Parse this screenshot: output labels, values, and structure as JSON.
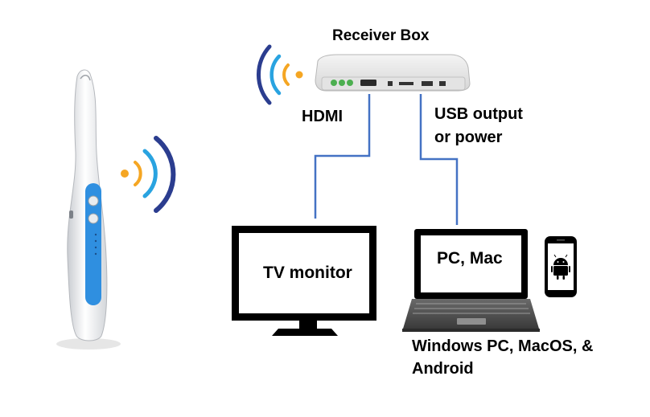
{
  "labels": {
    "receiver_box": "Receiver Box",
    "hdmi": "HDMI",
    "usb_line1": "USB output",
    "usb_line2": "or power",
    "tv_monitor": "TV monitor",
    "pc_mac": "PC, Mac",
    "os_line1": "Windows PC, MacOS, &",
    "os_line2": "Android"
  },
  "colors": {
    "connector_line": "#4472c4",
    "wave_blue": "#29a3e0",
    "wave_navy": "#2b3d8f",
    "wave_orange": "#f5a623",
    "device_blue": "#2f8fe0",
    "android_green": "#ffffff"
  },
  "icons": [
    "wireless-waves-icon",
    "android-icon"
  ]
}
